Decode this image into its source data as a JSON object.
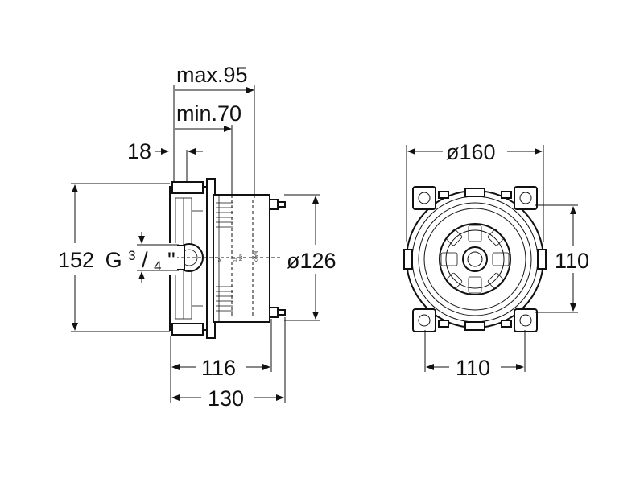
{
  "dimensions": {
    "max_depth": "max.95",
    "min_depth": "min.70",
    "offset": "18",
    "height": "152",
    "thread": "G",
    "thread_num": "3",
    "thread_den": "4",
    "thread_mark": "\"",
    "body_diameter": "ø126",
    "depth_116": "116",
    "depth_130": "130",
    "flange_diameter": "ø160",
    "hole_spacing_v": "110",
    "hole_spacing_h": "110"
  },
  "markings": {
    "max": "MAXX",
    "min": "MIN",
    "n70": "70",
    "n95": "95"
  }
}
